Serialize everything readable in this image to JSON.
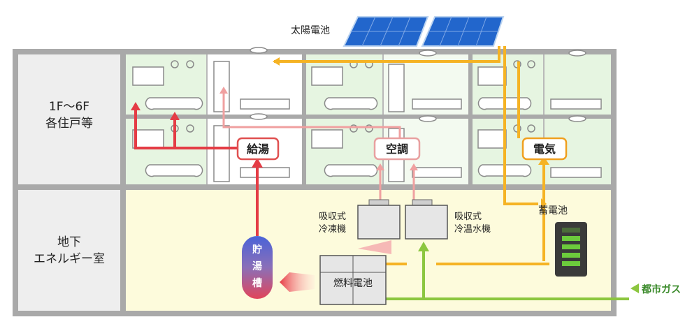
{
  "labels": {
    "solar_panel": "太陽電池",
    "floors": [
      "1F～6F",
      "各住戸等"
    ],
    "basement": [
      "地下",
      "エネルギー室"
    ],
    "hot_water": "給湯",
    "air_conditioning": "空調",
    "electricity": "電気",
    "absorption_chiller": [
      "吸収式",
      "冷凍機"
    ],
    "absorption_chiller_heater": [
      "吸収式",
      "冷温水機"
    ],
    "storage_battery": "蓄電池",
    "hot_water_tank": [
      "貯",
      "湯",
      "槽"
    ],
    "fuel_cell": "燃料電池",
    "city_gas": "都市ガス"
  },
  "colors": {
    "electricity_line": "#f5b324",
    "hot_water_line": "#e43c45",
    "hot_water_line_light": "#f0a0a0",
    "gas_line": "#8cc63f",
    "outer_wall": "#9a9a9a",
    "basement_fill": "#fdfbdc",
    "room_fill": "#e6f5e1",
    "label_box_border": "#e05050",
    "electric_box_border": "#f0a020",
    "solar_blue": "#2266cc",
    "battery_green": "#6ccb3c",
    "city_gas_text": "#3a8a2a"
  }
}
